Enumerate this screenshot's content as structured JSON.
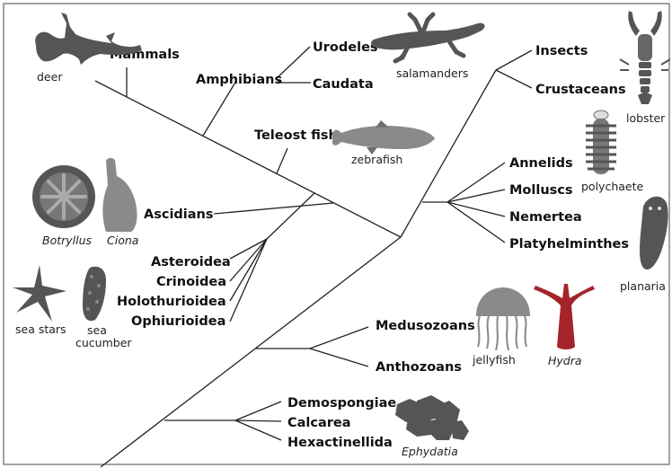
{
  "taxa": {
    "mammals": "Mammals",
    "urodeles": "Urodeles",
    "caudata": "Caudata",
    "amphibians": "Amphibians",
    "teleost": "Teleost fish",
    "ascidians": "Ascidians",
    "asteroidea": "Asteroidea",
    "crinoidea": "Crinoidea",
    "holothurioidea": "Holothurioidea",
    "ophiurioidea": "Ophiurioidea",
    "insects": "Insects",
    "crustaceans": "Crustaceans",
    "annelids": "Annelids",
    "molluscs": "Molluscs",
    "nemertea": "Nemertea",
    "platyhelminthes": "Platyhelminthes",
    "medusozoans": "Medusozoans",
    "anthozoans": "Anthozoans",
    "demospongiae": "Demospongiae",
    "calcarea": "Calcarea",
    "hexactinellida": "Hexactinellida"
  },
  "organisms": {
    "deer": "deer",
    "salamanders": "salamanders",
    "zebrafish": "zebrafish",
    "botryllus": "Botryllus",
    "ciona": "Ciona",
    "sea_stars": "sea stars",
    "sea_cucumber_line1": "sea",
    "sea_cucumber_line2": "cucumber",
    "lobster": "lobster",
    "polychaete": "polychaete",
    "planaria": "planaria",
    "jellyfish": "jellyfish",
    "hydra": "Hydra",
    "ephydatia": "Ephydatia"
  }
}
